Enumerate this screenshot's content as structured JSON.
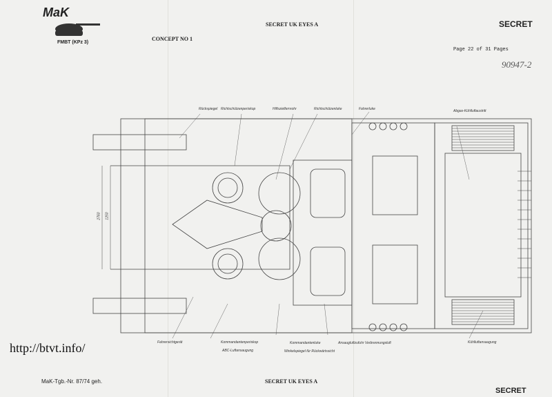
{
  "header": {
    "logo_text": "MaK",
    "logo_subtitle": "FMBT (KPz 3)",
    "concept": "CONCEPT NO 1",
    "classification_top": "SECRET UK EYES A",
    "secret_top": "SECRET",
    "page_info": "Page 22 of 31 Pages",
    "handwritten_ref": "90947-2"
  },
  "drawing_labels": {
    "top": [
      "Rückspiegel",
      "Richtschützenperiskop",
      "Hilfszielfernrohr",
      "Richtschützenluke",
      "Fahrerluke",
      "Abgas-Kühlluftaustritt"
    ],
    "bottom": [
      "Fahrersichtgerät",
      "Kommandantenperiskop",
      "ABC-Luftansaugung",
      "Kommandantenluke",
      "Winkelspiegel für Rückwärtssicht",
      "Ansaugluftzufuhr Verbrennungsluft",
      "Kühlluftansaugung"
    ],
    "dimensions": [
      "2760",
      "1250"
    ]
  },
  "watermark": "http://btvt.info/",
  "footer": {
    "doc_number": "MaK-Tgb.-Nr. 87/74 geh.",
    "classification_bottom": "SECRET UK EYES A",
    "secret_bottom": "SECRET"
  }
}
